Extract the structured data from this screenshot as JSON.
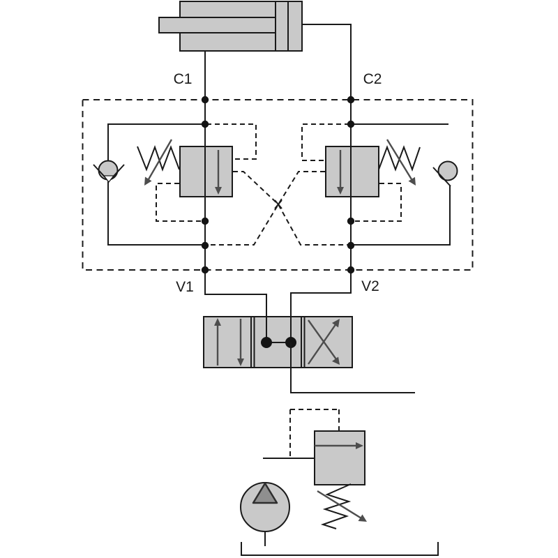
{
  "diagram": {
    "kind": "hydraulic-circuit-schematic",
    "labels": {
      "c1": "C1",
      "c2": "C2",
      "v1": "V1",
      "v2": "V2"
    },
    "components": [
      "double-acting-cylinder",
      "counterbalance-valve-left",
      "counterbalance-valve-right",
      "check-valve-left",
      "check-valve-right",
      "crossed-pilot-lines",
      "directional-control-valve-4-3",
      "pilot-operated-relief-valve",
      "fixed-displacement-pump",
      "reservoir-tank"
    ],
    "colors": {
      "line": "#1a1a1a",
      "component_fill": "#c9c9c9",
      "arrow": "#4d4d4d",
      "pump_triangle_fill": "#8f8f8f",
      "background": "#ffffff",
      "label_text": "#1a1a1a"
    }
  }
}
